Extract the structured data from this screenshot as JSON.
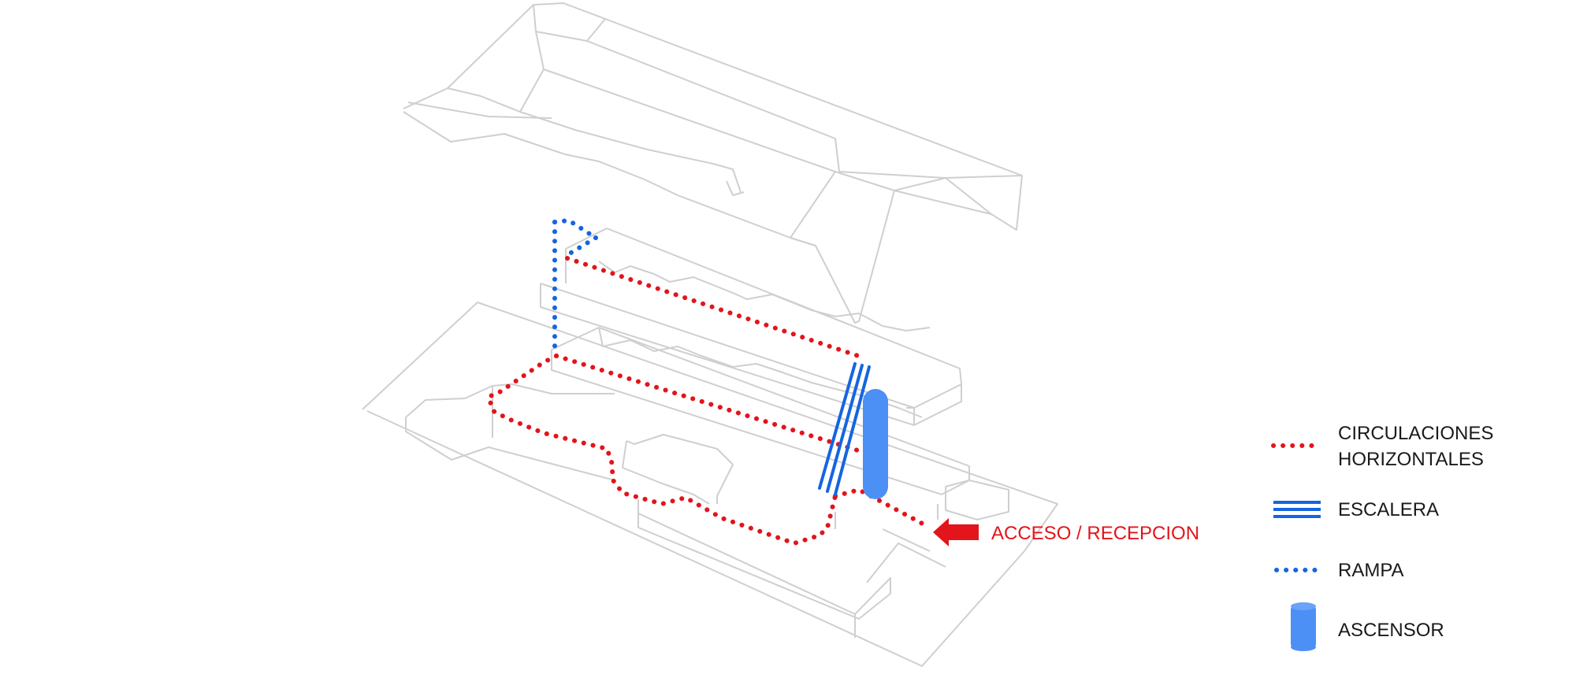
{
  "colors": {
    "outline": "#cfcfcf",
    "horizontal": "#e3141b",
    "vertical": "#1565e0",
    "elevator": "#4d90f5",
    "legend_text": "#1a1a1a",
    "access": "#e3141b"
  },
  "access": {
    "label": "ACCESO / RECEPCION",
    "icon": "arrow-left-icon"
  },
  "legend": {
    "horizontal_line1": "CIRCULACIONES",
    "horizontal_line2": "HORIZONTALES",
    "stair": "ESCALERA",
    "ramp": "RAMPA",
    "elevator": "ASCENSOR"
  }
}
